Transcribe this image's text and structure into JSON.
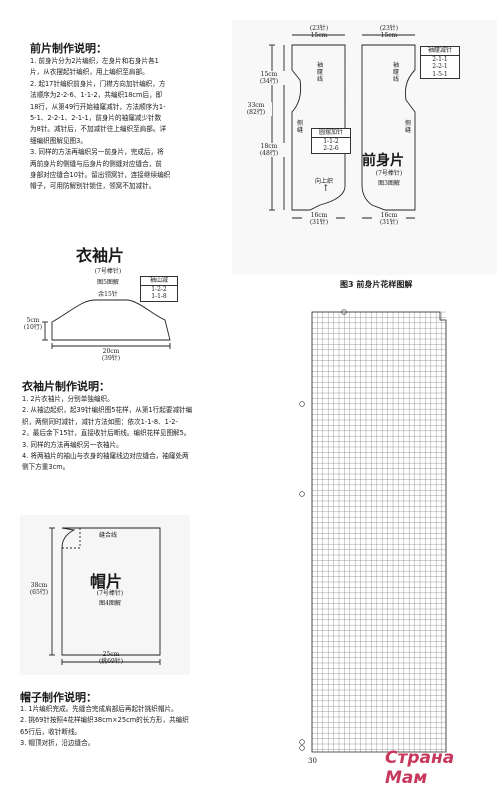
{
  "front_instructions": {
    "title": "前片制作说明：",
    "lines": [
      "1. 前身片分为2片编织，左身片和右身片各1",
      "片，从衣摆起针编织，用上编织至肩部。",
      "2. 起17针编织前身片，门襟方向加针编织，方",
      "法顺序为2-2-6、1-1-2，共编织18cm后，即",
      "18行，从第49行开始袖窿减针，方法顺序为1-",
      "5-1、2-2-1、2-1-1，前身片的袖窿减少针数",
      "为8针。减针后，不加减针往上编织至肩部。详",
      "细编织图解见图3。",
      "3. 同样的方法再编织另一前身片，完成后，将",
      "两前身片的侧缝与后身片的侧缝对应缝合，前",
      "身部对应缝合10针。留出领窝针，连接继续编织",
      "帽子，可用防解别针锁住，领窝不加减针。"
    ]
  },
  "sleeve_diagram": {
    "title": "衣袖片",
    "needle": "(7号棒针)",
    "fig": "图5图解",
    "top": "余15针",
    "left": [
      "5cm",
      "(10行)"
    ],
    "bottom": [
      "20cm",
      "(39针)"
    ],
    "box": [
      "袖山减",
      "1-2-2",
      "1-1-8"
    ]
  },
  "sleeve_instructions": {
    "title": "衣袖片制作说明：",
    "lines": [
      "1. 2片衣袖片，分别单独编织。",
      "2. 从袖边起织，起39针编织图5花样，从第1行起要减针编",
      "织，两侧同时减针，减针方法如图：依次1-1-8、1-2-",
      "2，最后余下15针，直接收针后断线。编织花样见图解5。",
      "3. 同样的方法再编织另一衣袖片。",
      "4. 将两袖片的袖山与衣身的袖窿线边对应缝合，袖窿处两",
      "侧下方重3cm。"
    ]
  },
  "hood_diagram": {
    "seam": "缝合线",
    "title": "帽片",
    "needle": "(7号棒针)",
    "fig": "图4图解",
    "left": [
      "38cm",
      "(65行)"
    ],
    "bottom": [
      "25cm",
      "(挑69针)"
    ]
  },
  "hood_instructions": {
    "title": "帽子制作说明：",
    "lines": [
      "1. 1片编织完成。先缝合完成肩部后再起针挑织帽片。",
      "2. 挑69针按照4花样编织38cm×25cm的长方形，共编织",
      "65行后，收针断线。",
      "3. 帽顶对折，沿边缝合。"
    ]
  },
  "front_diagram": {
    "top_left": [
      "(23针)",
      "15cm"
    ],
    "top_right": [
      "(23针)",
      "15cm"
    ],
    "left_upper": [
      "15cm",
      "(34行)"
    ],
    "left_total": [
      "33cm",
      "(82行)"
    ],
    "left_lower": [
      "18cm",
      "(48行)"
    ],
    "armhole_line": "袖窿线",
    "side_seam": "侧缝",
    "box_right": [
      "袖窿减针",
      "2-1-1",
      "2-2-1",
      "1-5-1"
    ],
    "box_left": [
      "圆摆加针",
      "1-1-2",
      "2-2-6"
    ],
    "title": "前身片",
    "needle": "(7号棒针)",
    "fig": "图3图解",
    "up": "向上织",
    "bottom_left": [
      "16cm",
      "(31针)"
    ],
    "bottom_right": [
      "16cm",
      "(31针)"
    ]
  },
  "chart": {
    "title": "图3 前身片花样图解",
    "page_number": "30"
  },
  "watermark": "Страна Мам"
}
